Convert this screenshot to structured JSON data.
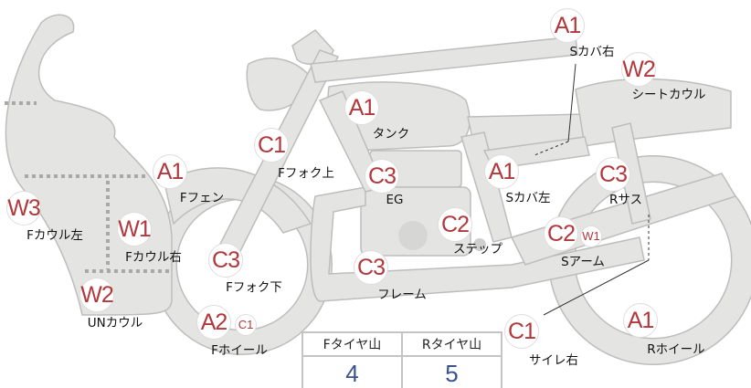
{
  "parts": [
    {
      "code": "A1",
      "label": "Sカバ右"
    },
    {
      "code": "W2",
      "label": "シートカウル"
    },
    {
      "code": "A1",
      "label": "タンク"
    },
    {
      "code": "C1",
      "label": "Fフォク上"
    },
    {
      "code": "A1",
      "label": "Fフェン"
    },
    {
      "code": "C3",
      "label": "EG"
    },
    {
      "code": "A1",
      "label": "Sカバ左"
    },
    {
      "code": "C3",
      "label": "Rサス"
    },
    {
      "code": "W3",
      "label": "Fカウル左"
    },
    {
      "code": "W1",
      "label": "Fカウル右"
    },
    {
      "code": "C2",
      "label": "ステップ"
    },
    {
      "code": "C2",
      "code2": "W1",
      "label": "Sアーム"
    },
    {
      "code": "C3",
      "label": "Fフォク下"
    },
    {
      "code": "C3",
      "label": "フレーム"
    },
    {
      "code": "W2",
      "label": "UNカウル"
    },
    {
      "code": "A2",
      "code2": "C1",
      "label": "Fホイール"
    },
    {
      "code": "C1",
      "label": "サイレ右"
    },
    {
      "code": "A1",
      "label": "Rホイール"
    }
  ],
  "tire_table": {
    "headers": [
      "Fタイヤ山",
      "Rタイヤ山"
    ],
    "values": [
      "4",
      "5"
    ]
  },
  "colors": {
    "badge_text": "#b2383c",
    "value_text": "#3a5290",
    "part_fill": "#e4e4e2"
  }
}
